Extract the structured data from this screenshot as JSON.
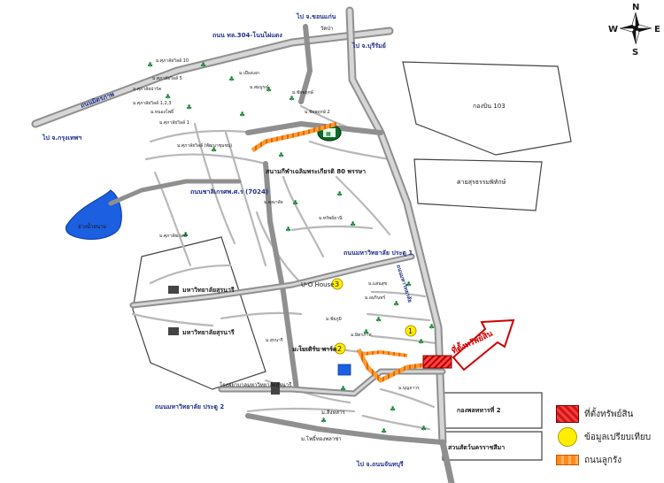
{
  "compass": {
    "n": "N",
    "s": "S",
    "e": "E",
    "w": "W"
  },
  "roads": {
    "to_khon_kaen": "ไป จ.ขอนแก่น",
    "road_304": "ถนน ทล.304-โนนไผ่แดง",
    "to_buriram": "ไป จ.บุรีรัมย์",
    "mittraphap": "ถนนมิตรภาพ",
    "to_bangkok": "ไป จ.กรุงเทพฯ",
    "chaloem_road": "ถนนชาลิเกรศพ.ศ.ร (7024)",
    "uni_gate1": "ถนนมหาวิทยาลัย ประตู 1",
    "uni_gate2": "ถนนมหาวิทยาลัย ประตู 2",
    "uni_road": "ถนนมหาวิทยาลัย",
    "to_chaiyaphum": "ไป จ.ถนนจันทบุรี"
  },
  "places": {
    "land_103": "กองบิน 103",
    "dhamma_dept": "ค่ายสุรธรรมพิทักษ์",
    "stadium": "สนามกีฬาเฉลิมพระเกียรติ 80 พรรษา",
    "lake": "อ่างน้ำสนาม",
    "suranaree_uni": "มหาวิทยาลัยสุรนารี",
    "suranaree_tech": "มหาวิทยาลัยสุรนารี",
    "hospital": "โรงพยาบาลมหาวิทยาลัยสุรนารี",
    "military_2": "กองพลทหารที่ 2",
    "park": "สวนสัตว์นครราชสีมา",
    "property_arrow": "ที่ตั้งทรัพย์สิน",
    "uo_house": "U-O House",
    "village_1": "ม.โมเดิร์น พาร์ค",
    "bottom_village": "ม.สิงหสาร",
    "plaza": "ม.โพธิ์ทองพลาซ่า",
    "temple": "วัดป่า"
  },
  "markers": [
    {
      "id": "m1",
      "label": "1"
    },
    {
      "id": "m2",
      "label": "2"
    },
    {
      "id": "m3",
      "label": "3"
    }
  ],
  "small_labels": [
    "ม.ศุภาลัยวิลล์ 10",
    "ม.ศุภาลัยวิลล์ 5",
    "ม.ศุภาลัยวิลล์ 1,2,3",
    "ม.หนองโพธิ์",
    "ม.ศุภาลัยวิลล์ 1",
    "ม.ศุภาลัยวิลล์ (พัฒนาชุมชน)",
    "ม.ศุภาลัยปาร์ค",
    "ม.เมืองเอก",
    "ม.สมบูรณ์",
    "ม.ชัยพฤกษ์",
    "ม.ชัยพฤกษ์ 2",
    "ม.คุณาลัย",
    "ม.ทรัพย์ธานี",
    "ม.ศุภาลัยเวลล์",
    "ม.แสนสุข",
    "ม.อมรินทร์",
    "ม.ชัยภูมิ",
    "ม.มิตรภาพ",
    "ม.สุรนารี",
    "ม.บุญถาวร"
  ],
  "legend": [
    {
      "name": "property",
      "label": "ที่ตั้งทรัพย์สิน"
    },
    {
      "name": "comparable",
      "label": "ข้อมูลเปรียบเทียบ"
    },
    {
      "name": "soil-road",
      "label": "ถนนลูกรัง"
    }
  ]
}
